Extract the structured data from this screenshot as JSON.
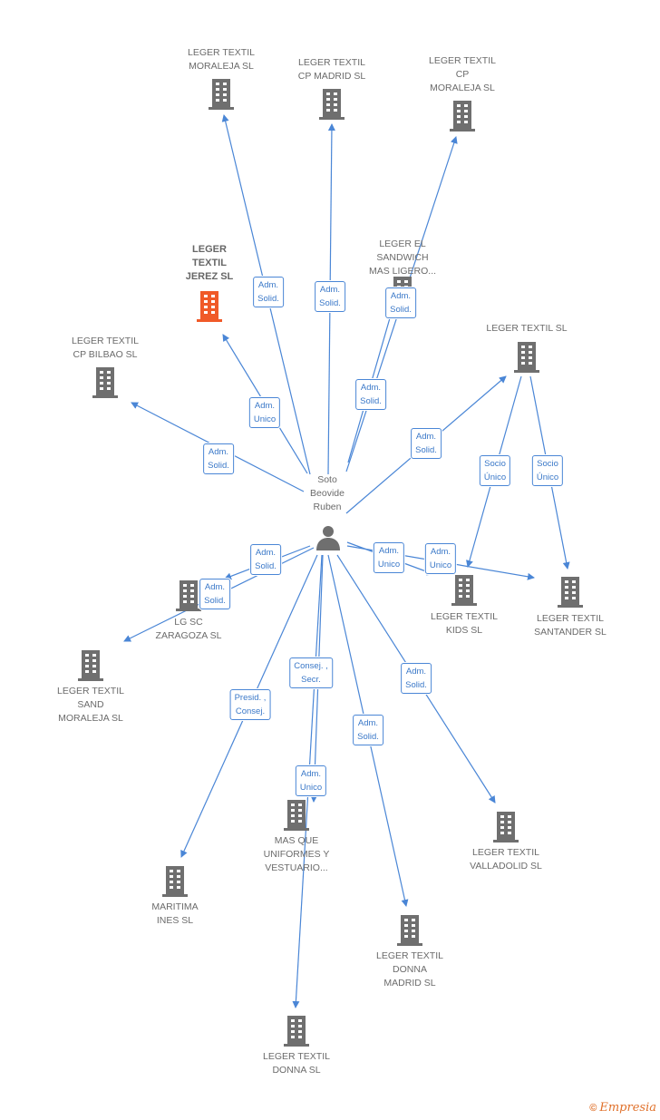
{
  "diagram": {
    "center": {
      "id": "person",
      "label": "Soto\nBeovide\nRuben"
    },
    "nodes": [
      {
        "id": "n1",
        "label": "LEGER TEXTIL\nMORALEJA SL"
      },
      {
        "id": "n2",
        "label": "LEGER TEXTIL\nCP MADRID SL"
      },
      {
        "id": "n3",
        "label": "LEGER TEXTIL\nCP\nMORALEJA SL"
      },
      {
        "id": "n4",
        "label": "LEGER\nTEXTIL\nJEREZ SL",
        "focus": true
      },
      {
        "id": "n5",
        "label": "LEGER EL\nSANDWICH\nMAS LIGERO..."
      },
      {
        "id": "n6",
        "label": "LEGER TEXTIL SL"
      },
      {
        "id": "n7",
        "label": "LEGER TEXTIL\nCP BILBAO SL"
      },
      {
        "id": "n8",
        "label": "LG SC\nZARAGOZA SL"
      },
      {
        "id": "n9",
        "label": "LEGER TEXTIL\nSAND\nMORALEJA SL"
      },
      {
        "id": "n10",
        "label": "LEGER TEXTIL\nKIDS SL"
      },
      {
        "id": "n11",
        "label": "LEGER TEXTIL\nSANTANDER SL"
      },
      {
        "id": "n12",
        "label": "MAS QUE\nUNIFORMES Y\nVESTUARIO..."
      },
      {
        "id": "n13",
        "label": "LEGER TEXTIL\nVALLADOLID SL"
      },
      {
        "id": "n14",
        "label": "MARITIMA\nINES SL"
      },
      {
        "id": "n15",
        "label": "LEGER TEXTIL\nDONNA\nMADRID SL"
      },
      {
        "id": "n16",
        "label": "LEGER TEXTIL\nDONNA SL"
      }
    ],
    "edges": [
      {
        "from": "person",
        "to": "n1",
        "label": "Adm.\nSolid."
      },
      {
        "from": "person",
        "to": "n2",
        "label": "Adm.\nSolid."
      },
      {
        "from": "person",
        "to": "n3",
        "label": "Adm.\nSolid."
      },
      {
        "from": "person",
        "to": "n5",
        "label": "Adm.\nSolid."
      },
      {
        "from": "person",
        "to": "n4",
        "label": "Adm.\nUnico"
      },
      {
        "from": "person",
        "to": "n7",
        "label": "Adm.\nSolid."
      },
      {
        "from": "person",
        "to": "n6",
        "label": "Adm.\nSolid."
      },
      {
        "from": "n6",
        "to": "n10",
        "label": "Socio\nÚnico"
      },
      {
        "from": "n6",
        "to": "n11",
        "label": "Socio\nÚnico"
      },
      {
        "from": "person",
        "to": "n10",
        "label": "Adm.\nUnico"
      },
      {
        "from": "person",
        "to": "n11",
        "label": "Adm.\nUnico"
      },
      {
        "from": "person",
        "to": "n8",
        "label": "Adm.\nSolid."
      },
      {
        "from": "person",
        "to": "n9",
        "label": "Adm.\nSolid."
      },
      {
        "from": "person",
        "to": "n12",
        "label": "Consej. ,\nSecr."
      },
      {
        "from": "person",
        "to": "n16",
        "label": "Adm.\nUnico"
      },
      {
        "from": "person",
        "to": "n14",
        "label": "Presid. ,\nConsej."
      },
      {
        "from": "person",
        "to": "n15",
        "label": "Adm.\nSolid."
      },
      {
        "from": "person",
        "to": "n13",
        "label": "Adm.\nSolid."
      }
    ]
  },
  "colors": {
    "edge": "#4a86d6",
    "building": "#6f6f6f",
    "focus_building": "#f05a28",
    "person": "#6f6f6f"
  },
  "footer": {
    "copyright": "©",
    "brand": "Empresia"
  }
}
